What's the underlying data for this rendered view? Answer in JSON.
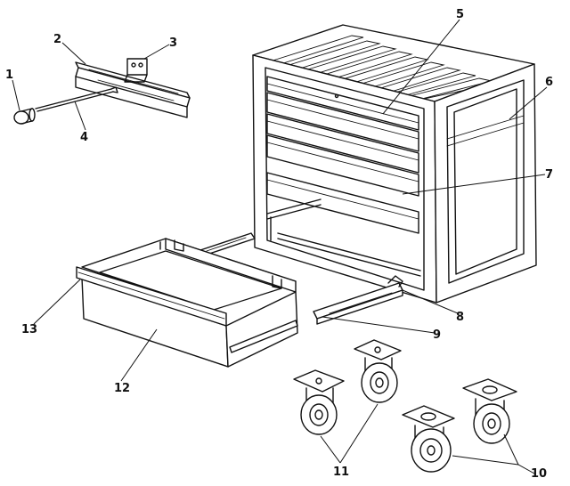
{
  "callouts": {
    "c1": "1",
    "c2": "2",
    "c3": "3",
    "c4": "4",
    "c5": "5",
    "c6": "6",
    "c7": "7",
    "c8": "8",
    "c9": "9",
    "c10": "10",
    "c11": "11",
    "c12": "12",
    "c13": "13"
  },
  "parts": [
    "knob",
    "handle-bracket-rail",
    "handle-clip",
    "hinge-rod",
    "tool-cabinet",
    "cabinet-side-panel",
    "drawer-slide-inner",
    "drawer-slide-rail",
    "drawer-slide-outer",
    "caster-rigid",
    "caster-swivel",
    "drawer",
    "drawer-front-trim"
  ]
}
